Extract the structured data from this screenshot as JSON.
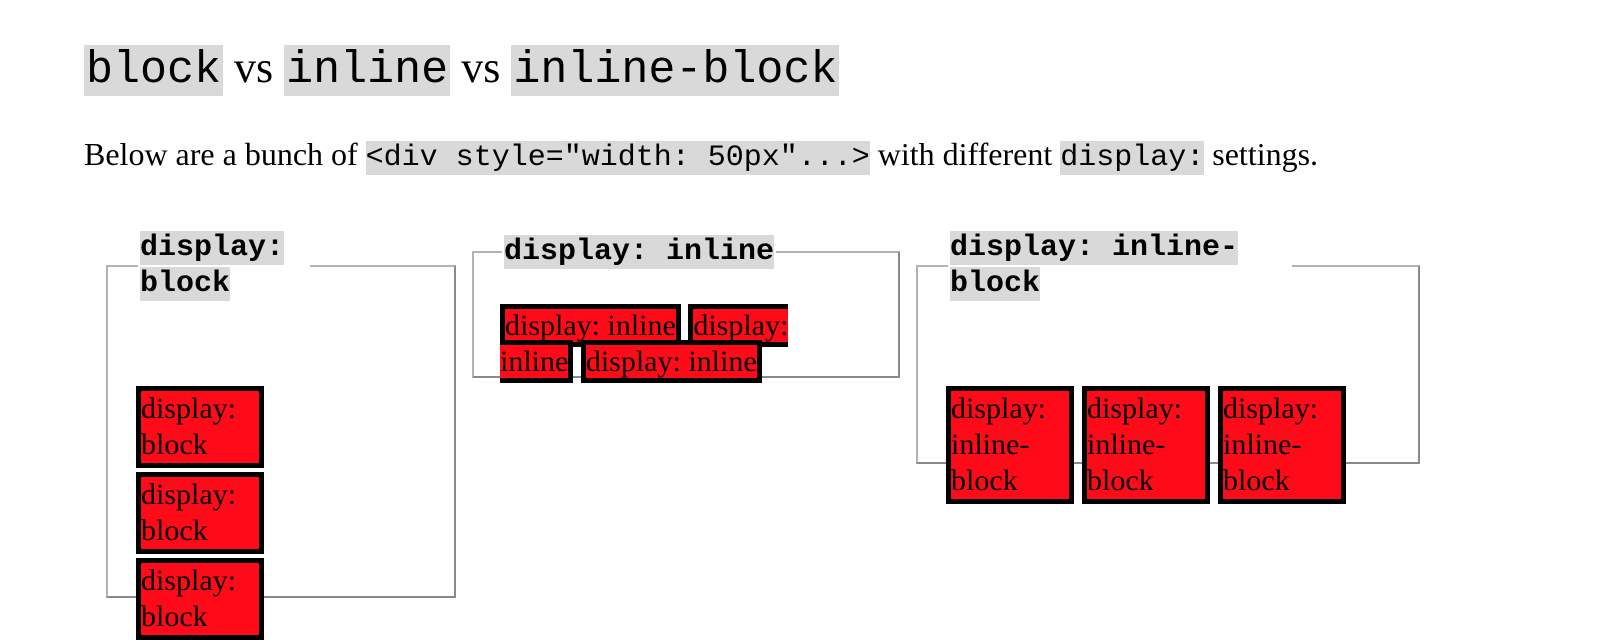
{
  "heading": {
    "part1": "block",
    "vs1": " vs ",
    "part2": "inline",
    "vs2": " vs ",
    "part3": "inline-block"
  },
  "intro": {
    "before": "Below are a bunch of ",
    "code1": "<div style=\"width: 50px\"...>",
    "middle": " with different ",
    "code2": "display:",
    "after": " settings."
  },
  "groups": {
    "block": {
      "legend": "display: block",
      "items": [
        "display: block",
        "display: block",
        "display: block"
      ]
    },
    "inline": {
      "legend": "display: inline",
      "items": [
        "display: inline",
        "display: inline",
        "display: inline"
      ]
    },
    "inline_block": {
      "legend": "display: inline-block",
      "items": [
        "display: inline-block",
        "display: inline-block",
        "display: inline-block"
      ]
    }
  },
  "colors": {
    "box_fill": "#ff0a19",
    "box_border": "#000000",
    "code_background": "#d9d9d9",
    "fieldset_border": "#b3b3b3"
  }
}
